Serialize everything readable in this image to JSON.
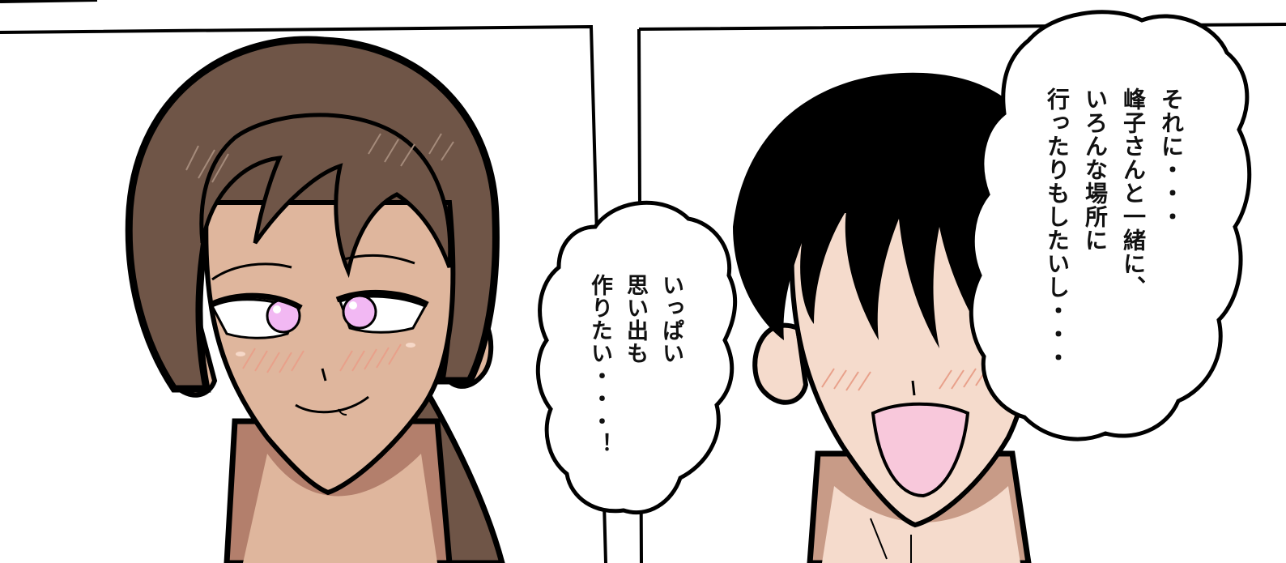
{
  "bubble_left": {
    "lines": [
      "いっぱい",
      "思い出も",
      "作りたい・・・！"
    ]
  },
  "bubble_right": {
    "lines": [
      "それに・・・",
      "峰子さんと一緒に、",
      "いろんな場所に",
      "行ったりもしたいし・・・"
    ]
  },
  "colors": {
    "woman_hair": "#6f5547",
    "woman_skin": "#dfb69d",
    "woman_skin_shadow": "#b37f6c",
    "woman_eye": "#f2b8f3",
    "man_hair": "#000000",
    "man_skin": "#f5dbcc",
    "man_skin_shadow": "#c89b87",
    "mouth": "#f8c8db",
    "blush": "#e8a08a",
    "outline": "#000000",
    "background": "#ffffff"
  }
}
